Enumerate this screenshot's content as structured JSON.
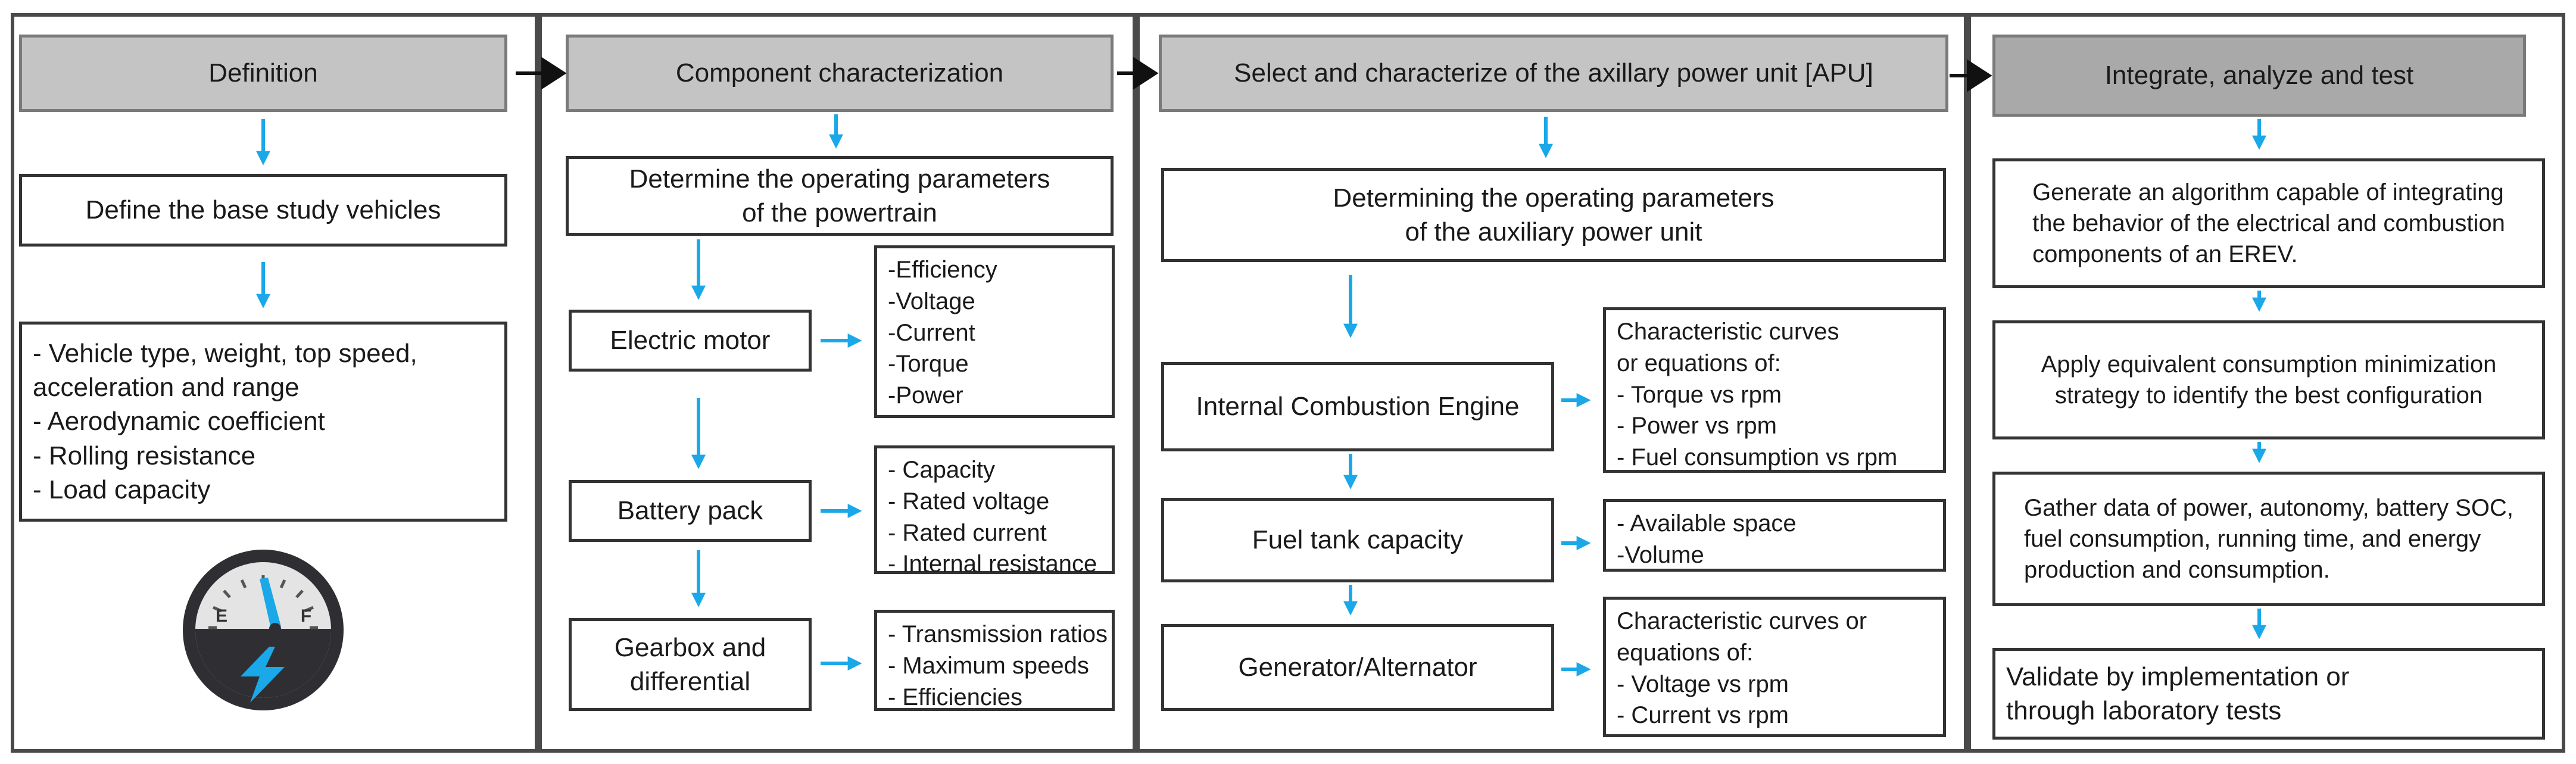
{
  "colors": {
    "arrow": "#1aa8e8",
    "header": "#c4c4c4",
    "header_dark": "#a9a9a9",
    "border": "#333333",
    "panel": "#4a4a4a"
  },
  "col1": {
    "header": "Definition",
    "base_vehicles": "Define the base study vehicles",
    "params": [
      "- Vehicle type, weight, top speed,",
      "acceleration and range",
      "- Aerodynamic coefficient",
      "- Rolling resistance",
      "- Load capacity"
    ],
    "gauge": {
      "empty_label": "E",
      "full_label": "F",
      "icon": "fuel-gauge-lightning-icon"
    }
  },
  "col2": {
    "header": "Component characterization",
    "operating_params": [
      "Determine the operating parameters",
      "of the powertrain"
    ],
    "motor": {
      "label": "Electric motor",
      "items": [
        "-Efficiency",
        "-Voltage",
        "-Current",
        "-Torque",
        "-Power"
      ]
    },
    "battery": {
      "label": "Battery pack",
      "items": [
        "- Capacity",
        "- Rated voltage",
        "- Rated current",
        "- Internal resistance"
      ]
    },
    "gearbox": {
      "label": [
        "Gearbox and",
        "differential"
      ],
      "items": [
        "- Transmission ratios",
        "- Maximum speeds",
        "- Efficiencies"
      ]
    }
  },
  "col3": {
    "header": "Select and characterize of the axillary power unit [APU]",
    "operating_params": [
      "Determining the operating parameters",
      "of the auxiliary power unit"
    ],
    "ice": {
      "label": "Internal Combustion Engine",
      "items": [
        "Characteristic curves",
        "or equations of:",
        "- Torque vs rpm",
        "- Power vs rpm",
        "- Fuel consumption vs rpm"
      ]
    },
    "fuel_tank": {
      "label": "Fuel tank capacity",
      "items": [
        "- Available space",
        "-Volume"
      ]
    },
    "generator": {
      "label": "Generator/Alternator",
      "items": [
        "Characteristic curves or",
        "equations of:",
        "- Voltage vs rpm",
        "- Current vs rpm"
      ]
    }
  },
  "col4": {
    "header": "Integrate, analyze and test",
    "step1": [
      "Generate an algorithm capable of integrating",
      "the behavior of the electrical and combustion",
      "components of an EREV."
    ],
    "step2": [
      "Apply equivalent consumption minimization",
      "strategy to identify the best configuration"
    ],
    "step3": [
      "Gather data of power, autonomy, battery SOC,",
      "fuel consumption, running time, and energy",
      "production and consumption."
    ],
    "step4": [
      "Validate by implementation or",
      "through laboratory tests"
    ]
  }
}
